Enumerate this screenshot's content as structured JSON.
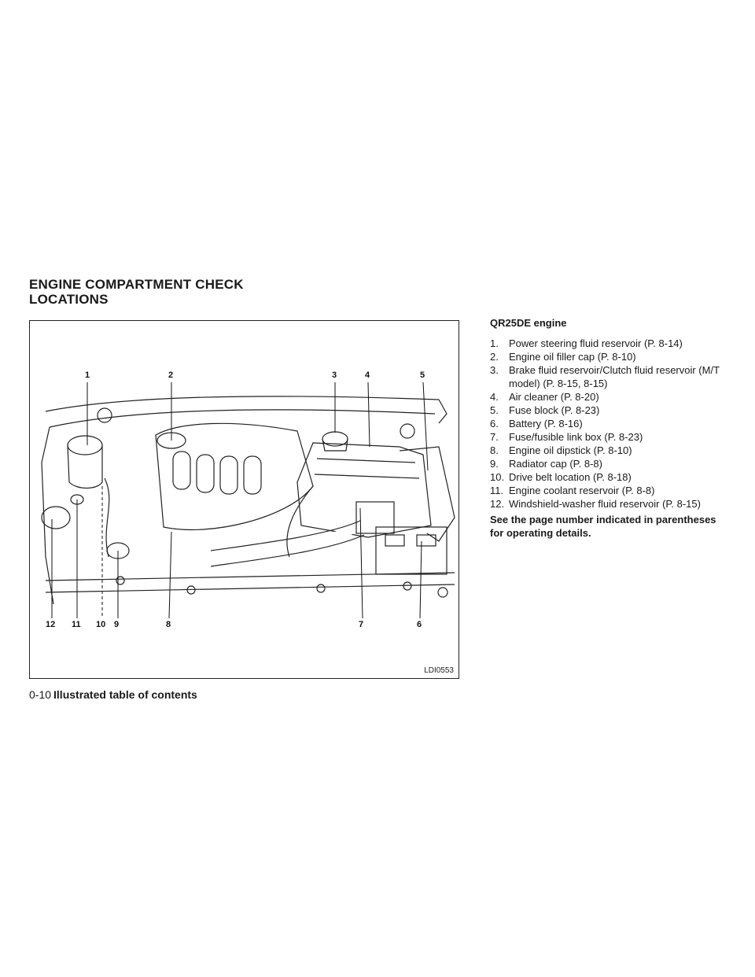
{
  "section_title": [
    "ENGINE COMPARTMENT CHECK",
    "LOCATIONS"
  ],
  "figure": {
    "code": "LDI0553",
    "callouts": [
      "1",
      "2",
      "3",
      "4",
      "5",
      "6",
      "7",
      "8",
      "9",
      "10",
      "11",
      "12"
    ]
  },
  "engine_title": "QR25DE engine",
  "items": [
    {
      "num": "1.",
      "text": "Power steering fluid reservoir (P. 8-14)"
    },
    {
      "num": "2.",
      "text": "Engine oil filler cap (P. 8-10)"
    },
    {
      "num": "3.",
      "text": "Brake fluid reservoir/Clutch fluid reservoir (M/T model) (P. 8-15, 8-15)"
    },
    {
      "num": "4.",
      "text": "Air cleaner (P. 8-20)"
    },
    {
      "num": "5.",
      "text": "Fuse block (P. 8-23)"
    },
    {
      "num": "6.",
      "text": "Battery (P. 8-16)"
    },
    {
      "num": "7.",
      "text": "Fuse/fusible link box (P. 8-23)"
    },
    {
      "num": "8.",
      "text": "Engine oil dipstick (P. 8-10)"
    },
    {
      "num": "9.",
      "text": "Radiator cap (P. 8-8)"
    },
    {
      "num": "10.",
      "text": "Drive belt location (P. 8-18)"
    },
    {
      "num": "11.",
      "text": "Engine coolant reservoir (P. 8-8)"
    },
    {
      "num": "12.",
      "text": "Windshield-washer fluid reservoir (P. 8-15)"
    }
  ],
  "note": "See the page number indicated in parentheses for operating details.",
  "footer": {
    "page": "0-10",
    "title": "Illustrated table of contents"
  }
}
